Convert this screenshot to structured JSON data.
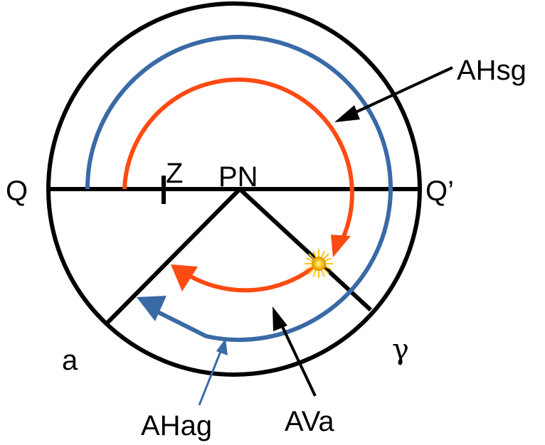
{
  "labels": {
    "q": "Q",
    "q_prime": "Q’",
    "z": "Z",
    "pn": "PN",
    "a": "a",
    "gamma": "γ",
    "ahsg": "AHsg",
    "ahag": "AHag",
    "ava": "AVa"
  },
  "colors": {
    "outline": "#000000",
    "blue_arc": "#3a6aa6",
    "red_arc": "#ff4a12",
    "sun": "#f5c518",
    "background": "#ffffff"
  },
  "icons": {
    "sun": "sun-icon"
  }
}
